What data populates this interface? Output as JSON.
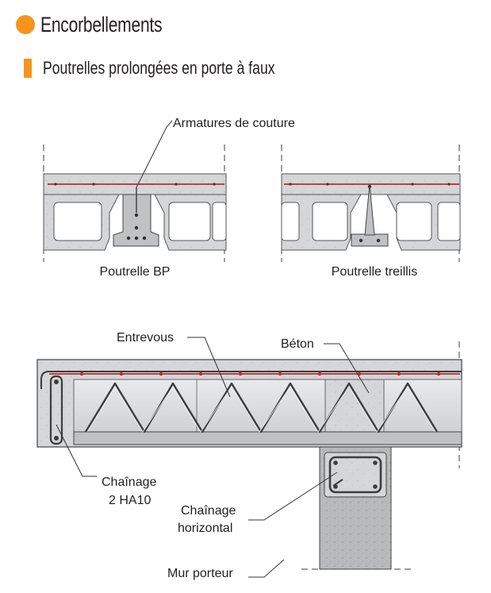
{
  "title": "Encorbellements",
  "subtitle": "Poutrelles prolongées en porte à faux",
  "colors": {
    "title_dot": "#f7941d",
    "subtitle_bar": "#f7941d",
    "concrete": "#d4d6d8",
    "concrete_dark": "#b9bbbd",
    "rebar": "#c1272d",
    "line": "#3c3c3c"
  },
  "labels": {
    "armatures": "Armatures de couture",
    "poutrelle_bp": "Poutrelle BP",
    "poutrelle_treillis": "Poutrelle treillis",
    "entrevous": "Entrevous",
    "beton": "Béton",
    "chainage_1": "Chaînage",
    "chainage_2": "2 HA10",
    "chainage_h1": "Chaînage",
    "chainage_h2": "horizontal",
    "mur_porteur": "Mur porteur"
  }
}
